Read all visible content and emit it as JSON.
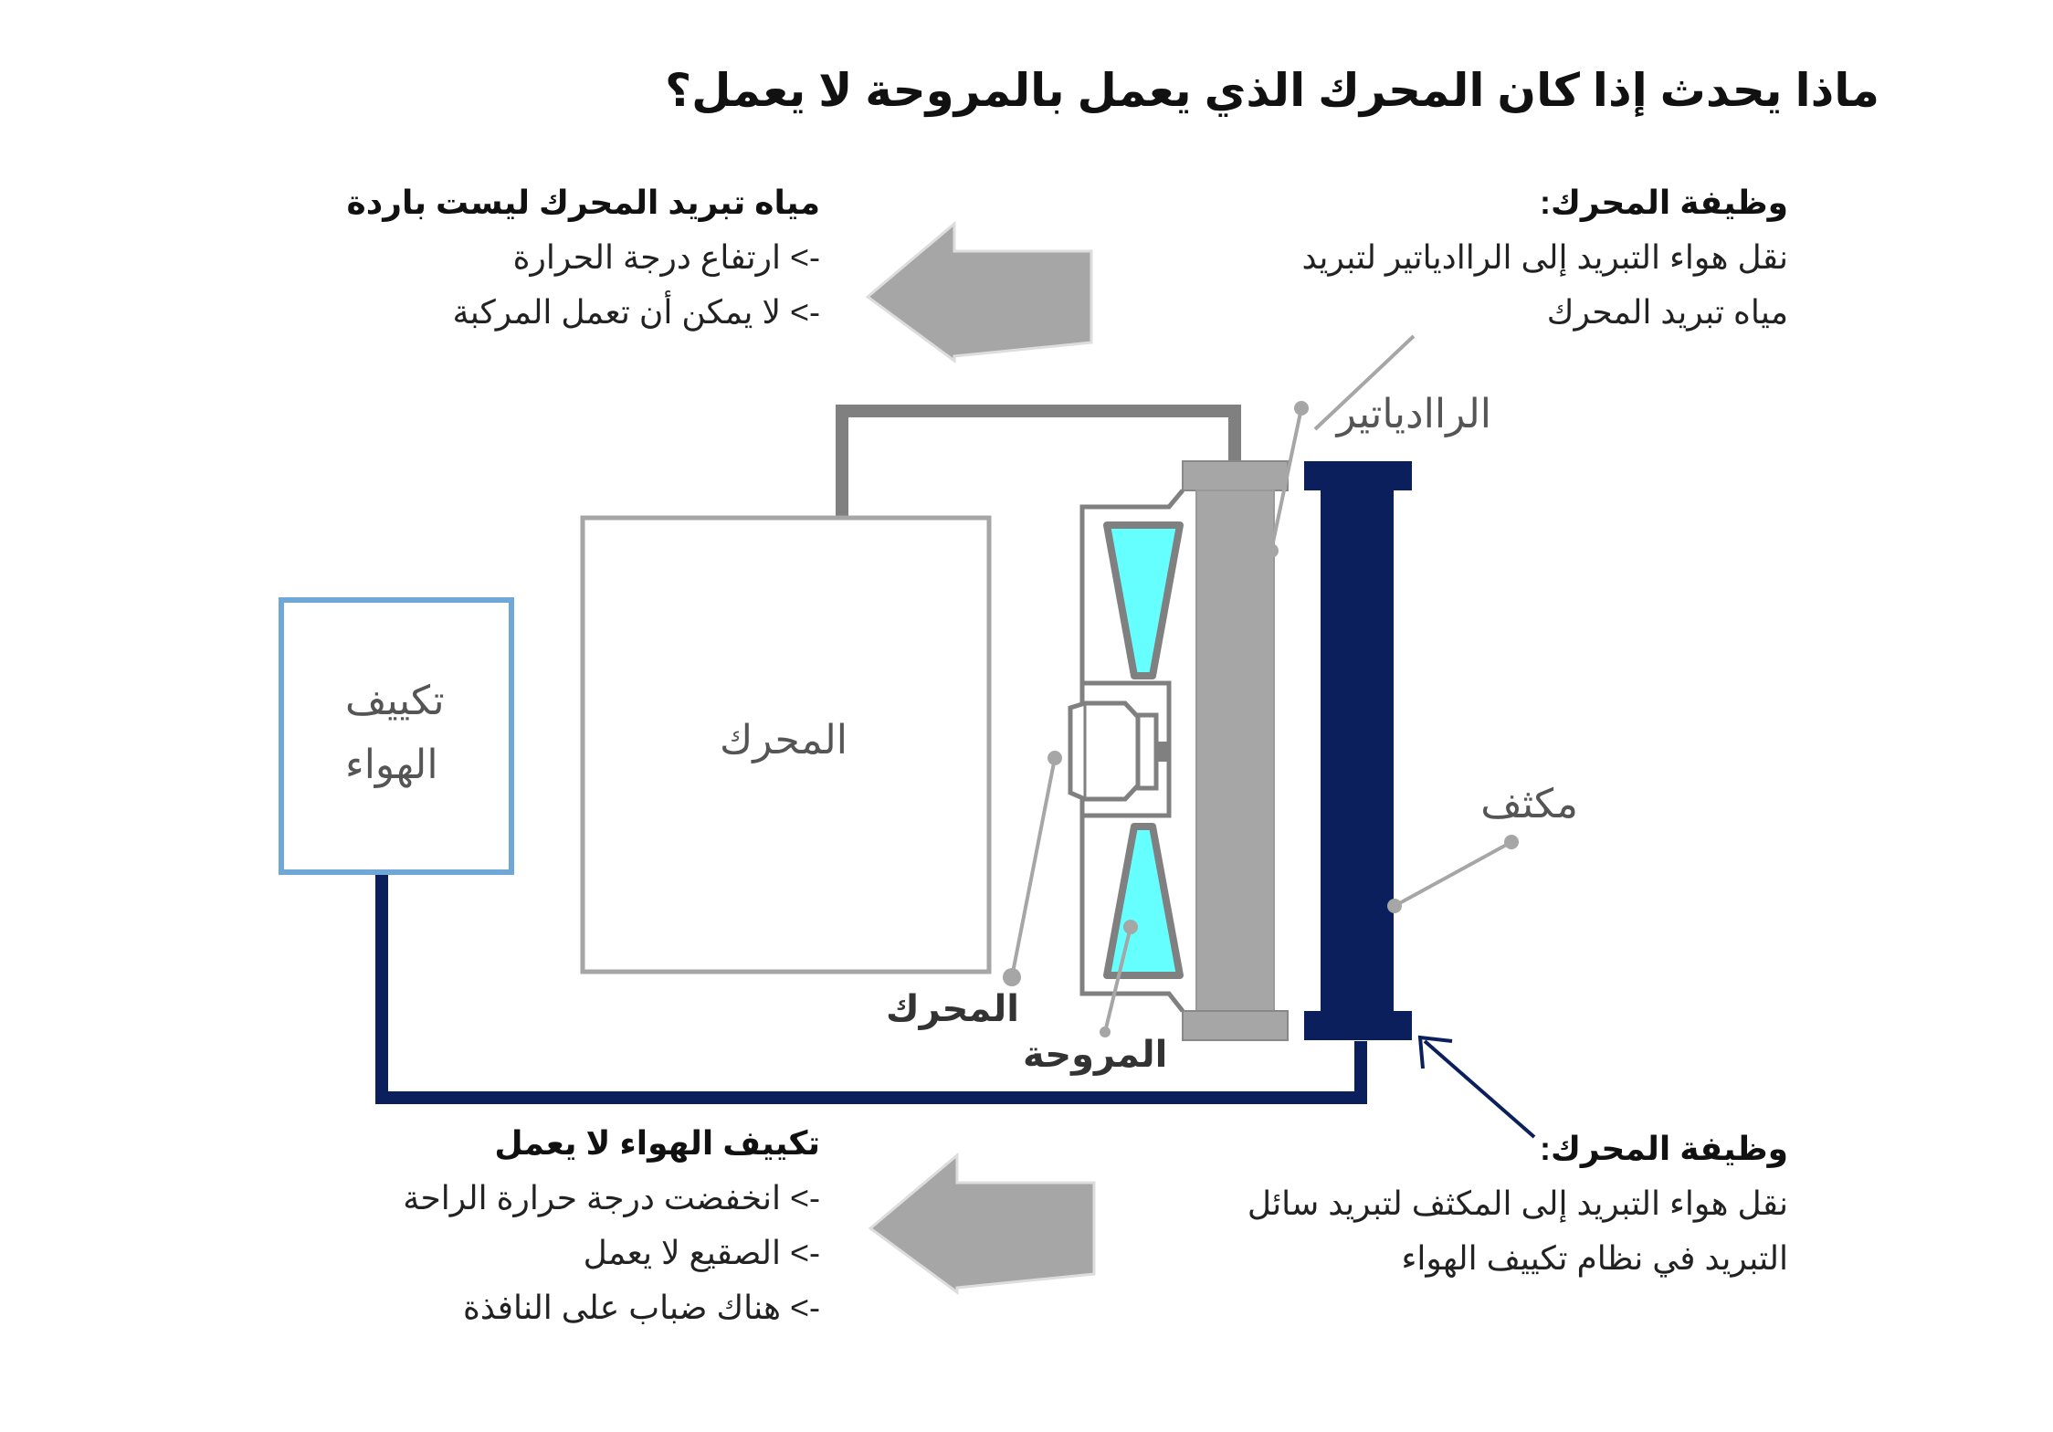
{
  "title": "ماذا يحدث إذا كان المحرك الذي يعمل بالمروحة لا يعمل؟",
  "radiator_function": {
    "heading": "وظيفة المحرك:",
    "lines": [
      "نقل هواء التبريد إلى الراادياتير لتبريد",
      "مياه تبريد المحرك"
    ]
  },
  "condenser_function": {
    "heading": "وظيفة المحرك:",
    "lines": [
      "نقل هواء التبريد إلى المكثف لتبريد سائل",
      "التبريد في نظام تكييف الهواء"
    ]
  },
  "engine_effect": {
    "heading": "مياه تبريد المحرك ليست باردة",
    "lines": [
      "-> ارتفاع درجة الحرارة",
      "-> لا يمكن أن تعمل المركبة"
    ]
  },
  "ac_effect": {
    "heading": "تكييف الهواء لا يعمل",
    "lines": [
      "-> انخفضت درجة حرارة الراحة",
      "-> الصقيع لا يعمل",
      "-> هناك ضباب على النافذة"
    ]
  },
  "labels": {
    "radiator": "الراادياتير",
    "condenser": "مكثف",
    "engine": "المحرك",
    "air_conditioning_line1": "تكييف",
    "air_conditioning_line2": "الهواء",
    "fan_motor": "المحرك",
    "fan": "المروحة"
  },
  "colors": {
    "arrow_gray": "#a6a6a6",
    "pipe_gray": "#808080",
    "radiator_gray": "#a6a6a6",
    "condenser_navy": "#0b1f5c",
    "ac_box_border": "#6fa8d6",
    "fan_blade": "#66ffff"
  }
}
